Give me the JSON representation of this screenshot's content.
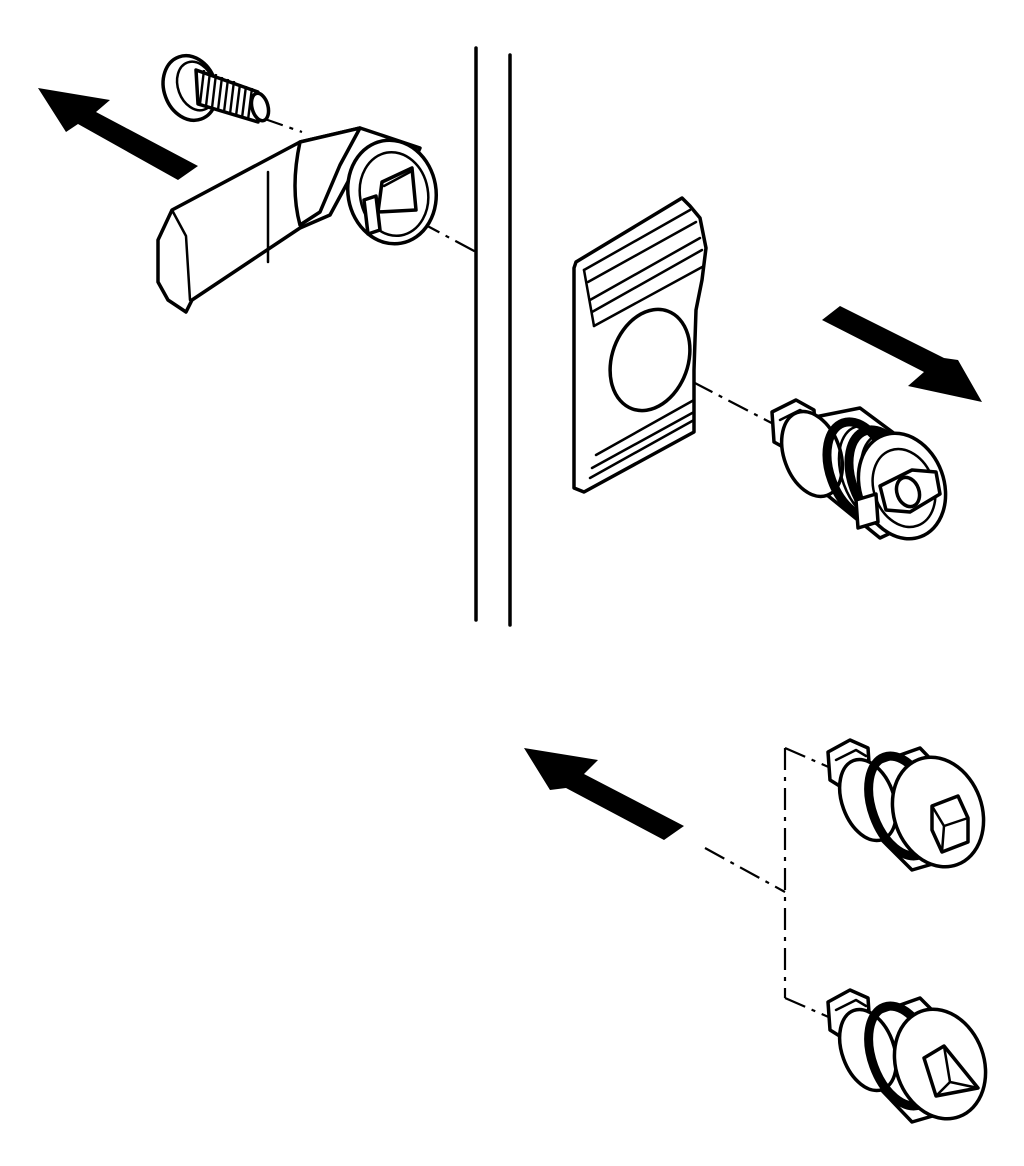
{
  "figure": {
    "kind": "exploded assembly illustration",
    "line_color": "#000000",
    "background_color": "#ffffff",
    "parts": [
      {
        "id": "screw",
        "icon": "screw-icon"
      },
      {
        "id": "cam-lever",
        "icon": "cam-lever-icon"
      },
      {
        "id": "panel-wall",
        "icon": "panel-wall-icon"
      },
      {
        "id": "mounting-plate",
        "icon": "plate-icon"
      },
      {
        "id": "lock-body",
        "icon": "cylinder-lock-icon"
      },
      {
        "id": "square-insert",
        "icon": "square-insert-icon"
      },
      {
        "id": "triangle-insert",
        "icon": "triangle-insert-icon"
      }
    ],
    "arrows": [
      {
        "id": "arrow-lever-removal",
        "direction": "up-left"
      },
      {
        "id": "arrow-lock-removal",
        "direction": "down-right"
      },
      {
        "id": "arrow-insert-install",
        "direction": "up-left"
      }
    ]
  }
}
